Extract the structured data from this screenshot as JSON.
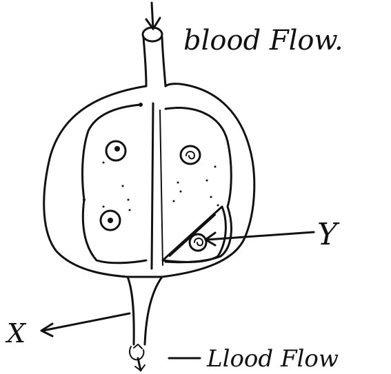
{
  "labels": {
    "top_flow": "blood Flow.",
    "bottom_flow": "Llood Flow",
    "x": "X",
    "y": "Y"
  },
  "colors": {
    "ink": "#111111",
    "paper": "#ffffff"
  }
}
